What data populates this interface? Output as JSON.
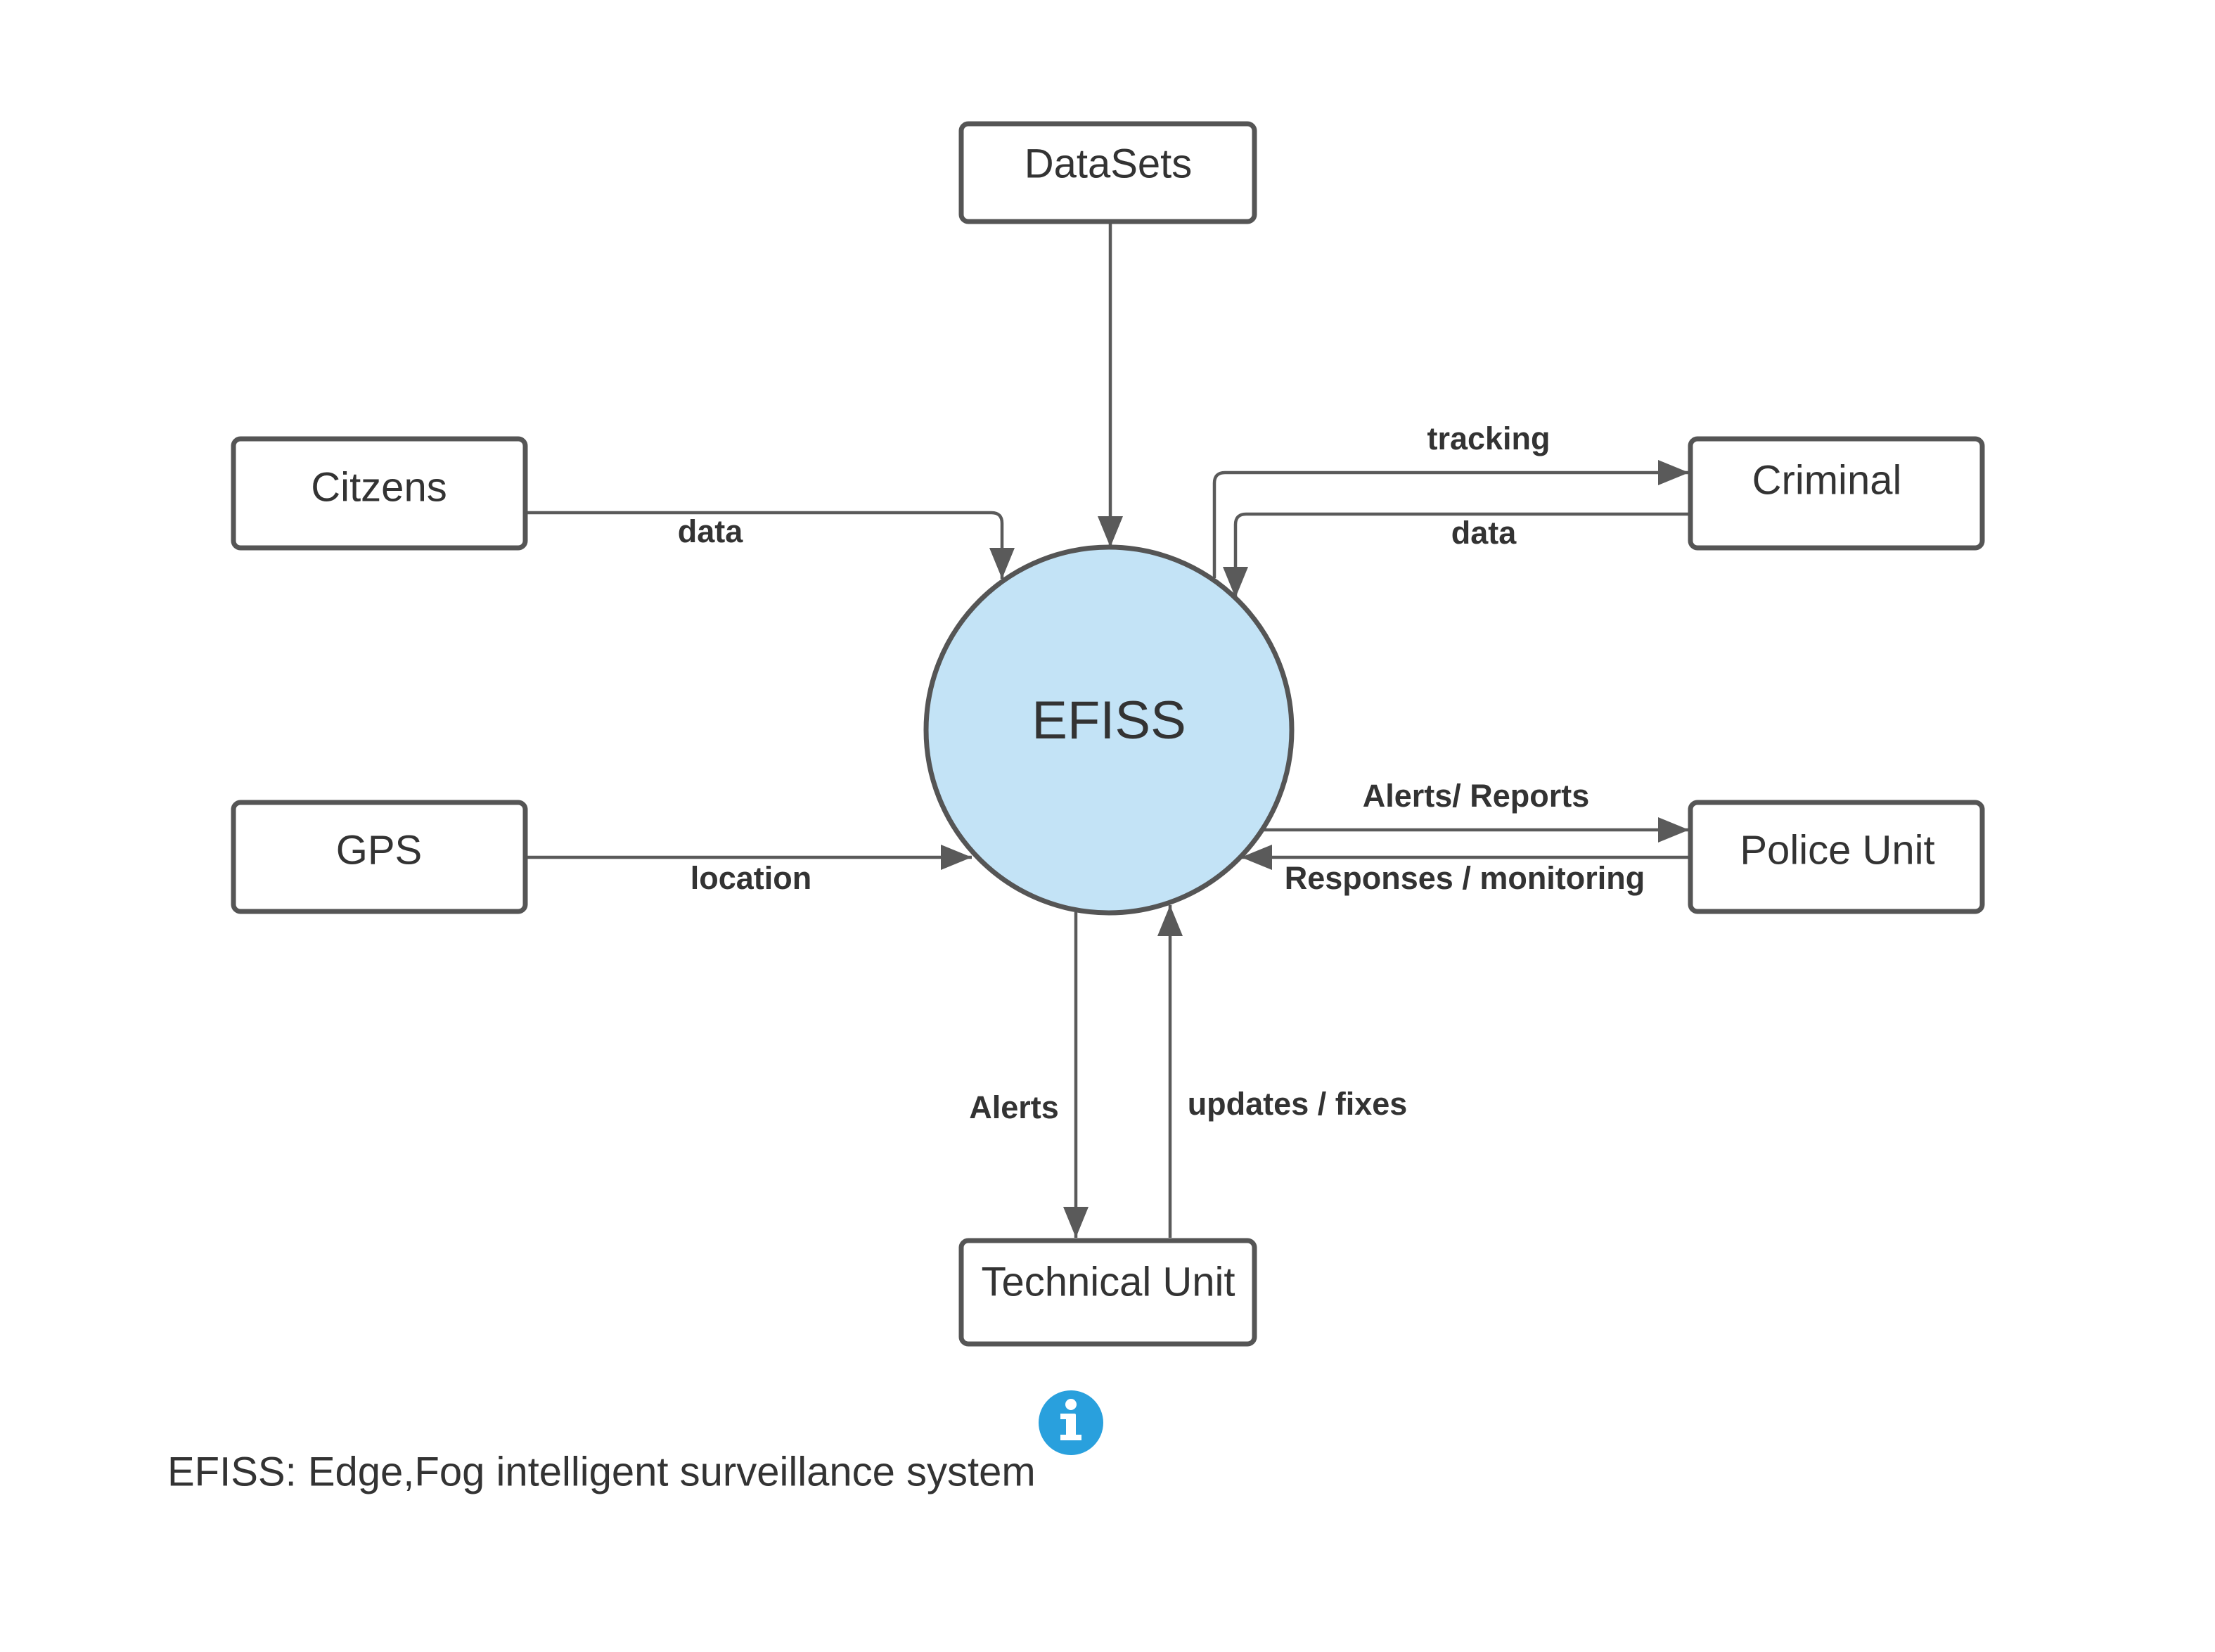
{
  "process": {
    "label": "EFISS",
    "fill_color": "#c3e3f6"
  },
  "entities": {
    "datasets": "DataSets",
    "citizens": "Citzens",
    "criminal": "Criminal",
    "gps": "GPS",
    "police_unit": "Police Unit",
    "technical_unit": "Technical Unit"
  },
  "flows": {
    "datasets_to_efiss": "",
    "citizens_data": "data",
    "criminal_tracking": "tracking",
    "criminal_data": "data",
    "gps_location": "location",
    "police_alerts_reports": "Alerts/ Reports",
    "police_responses": "Responses / monitoring",
    "technical_alerts": "Alerts",
    "technical_updates": "updates / fixes"
  },
  "caption": "EFISS: Edge,Fog intelligent surveillance system",
  "info_icon": {
    "name": "info-icon",
    "color": "#29a0dd"
  },
  "colors": {
    "stroke": "#555555",
    "text": "#333333"
  }
}
